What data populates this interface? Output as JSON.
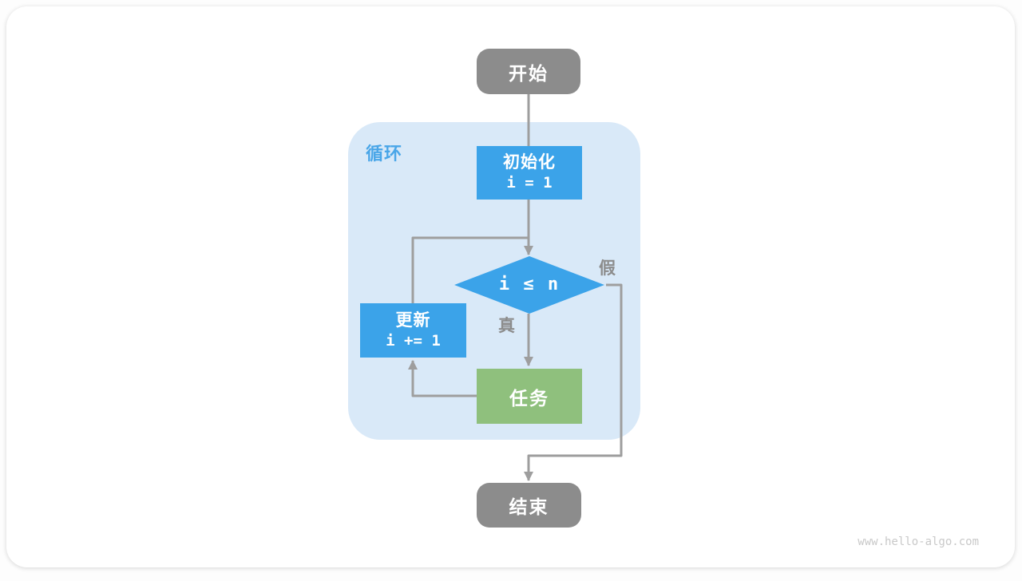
{
  "watermark": "www.hello-algo.com",
  "flowchart": {
    "loop_label": "循环",
    "nodes": {
      "start": {
        "label": "开始"
      },
      "init": {
        "label": "初始化",
        "code": "i = 1"
      },
      "condition": {
        "code": "i ≤ n"
      },
      "update": {
        "label": "更新",
        "code": "i += 1"
      },
      "task": {
        "label": "任务"
      },
      "end": {
        "label": "结束"
      }
    },
    "edges": {
      "true_label": "真",
      "false_label": "假"
    },
    "colors": {
      "terminal_fill": "#8c8c8c",
      "process_fill": "#3ba3e9",
      "task_fill": "#8fc07d",
      "loop_background": "#d9e9f8",
      "connector": "#9e9e9e",
      "loop_label_text": "#4aa6e8",
      "edge_label_text": "#8c8c8c",
      "node_text": "#ffffff",
      "watermark_text": "#c9c9c9"
    }
  }
}
